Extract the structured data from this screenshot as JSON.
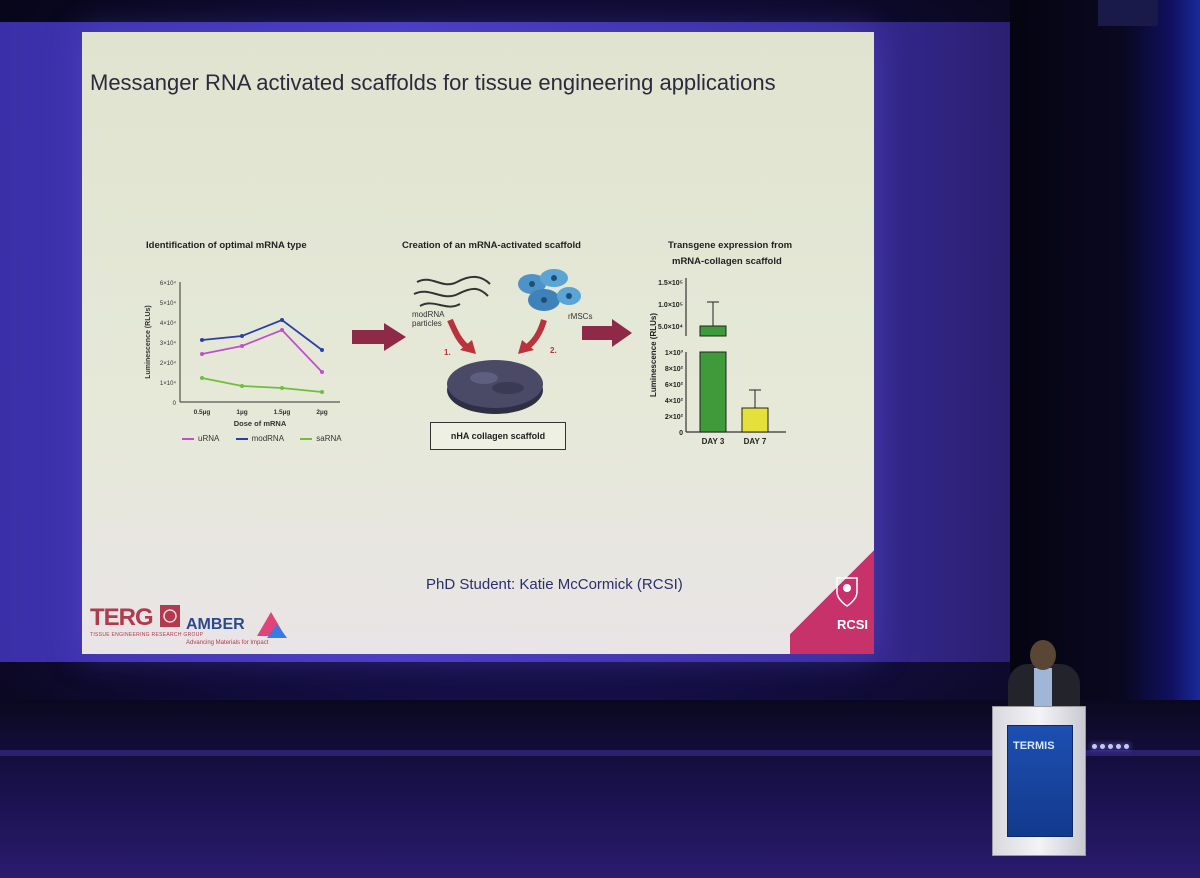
{
  "slide": {
    "title": "Messanger RNA activated scaffolds for tissue engineering applications",
    "student": "PhD Student: Katie McCormick (RCSI)"
  },
  "panel1": {
    "heading": "Identification of optimal mRNA type",
    "ylabel": "Luminescence (RLUs)",
    "xlabel": "Dose of mRNA",
    "yticks": [
      "6×10⁴",
      "5×10⁴",
      "4×10⁴",
      "3×10⁴",
      "2×10⁴",
      "1×10⁴",
      "0"
    ],
    "legend": [
      "uRNA",
      "modRNA",
      "saRNA"
    ]
  },
  "panel2": {
    "heading": "Creation of an mRNA-activated scaffold",
    "label_left": "modRNA particles",
    "label_right": "rMSCs",
    "step1": "1.",
    "step2": "2.",
    "scaffold_label": "nHA collagen scaffold"
  },
  "panel3": {
    "heading_line1": "Transgene expression from",
    "heading_line2": "mRNA-collagen scaffold",
    "ylabel": "Luminescence (RLUs)",
    "upper_ticks": [
      "1.5×10⁵",
      "1.0×10⁵",
      "5.0×10⁴"
    ],
    "lower_ticks": [
      "1×10³",
      "8×10²",
      "6×10²",
      "4×10²",
      "2×10²",
      "0"
    ]
  },
  "logos": {
    "terg": "TERG",
    "terg_sub": "TISSUE ENGINEERING RESEARCH GROUP",
    "amber": "AMBER",
    "amber_sub": "Advancing Materials for Impact",
    "rcsi": "RCSI"
  },
  "podium": {
    "brand": "TERMIS"
  },
  "colors": {
    "urna": "#c04fd0",
    "modrna": "#2c3fa8",
    "sarna": "#6fbf3a",
    "arrow": "#8e2a47",
    "day3_bar": "#3f9a3a",
    "day7_bar": "#e5e13a"
  },
  "chart_data": [
    {
      "type": "line",
      "title": "Identification of optimal mRNA type",
      "xlabel": "Dose of mRNA",
      "ylabel": "Luminescence (RLUs)",
      "categories": [
        "0.5µg",
        "1µg",
        "1.5µg",
        "2µg"
      ],
      "ylim": [
        0,
        60000
      ],
      "series": [
        {
          "name": "uRNA",
          "values": [
            24000,
            28000,
            36000,
            15000
          ]
        },
        {
          "name": "modRNA",
          "values": [
            31000,
            33000,
            41000,
            26000
          ]
        },
        {
          "name": "saRNA",
          "values": [
            12000,
            8000,
            7000,
            5000
          ]
        }
      ]
    },
    {
      "type": "bar",
      "title": "Transgene expression from mRNA-collagen scaffold",
      "ylabel": "Luminescence (RLUs)",
      "categories": [
        "DAY 3",
        "DAY 7"
      ],
      "values": [
        50000,
        300
      ]
    }
  ]
}
